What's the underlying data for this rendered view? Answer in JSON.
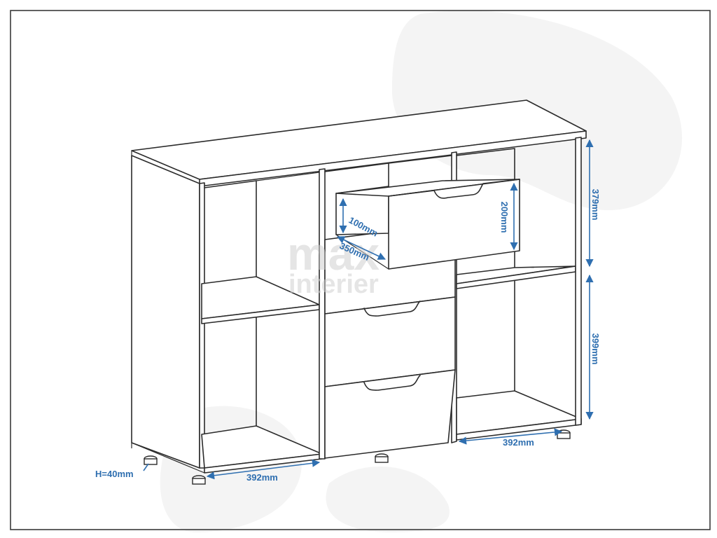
{
  "watermark": {
    "line1": "max",
    "line2": "interier"
  },
  "dimensions": {
    "upper_height": "379mm",
    "lower_height": "399mm",
    "drawer_height": "200mm",
    "drawer_inner_height": "100mm",
    "drawer_depth": "350mm",
    "left_width": "392mm",
    "right_width": "392mm",
    "leg_height": "H=40mm"
  },
  "colors": {
    "dimension": "#2f6fb0",
    "line": "#2b2b2b",
    "watermark": "#d0d0d0"
  }
}
